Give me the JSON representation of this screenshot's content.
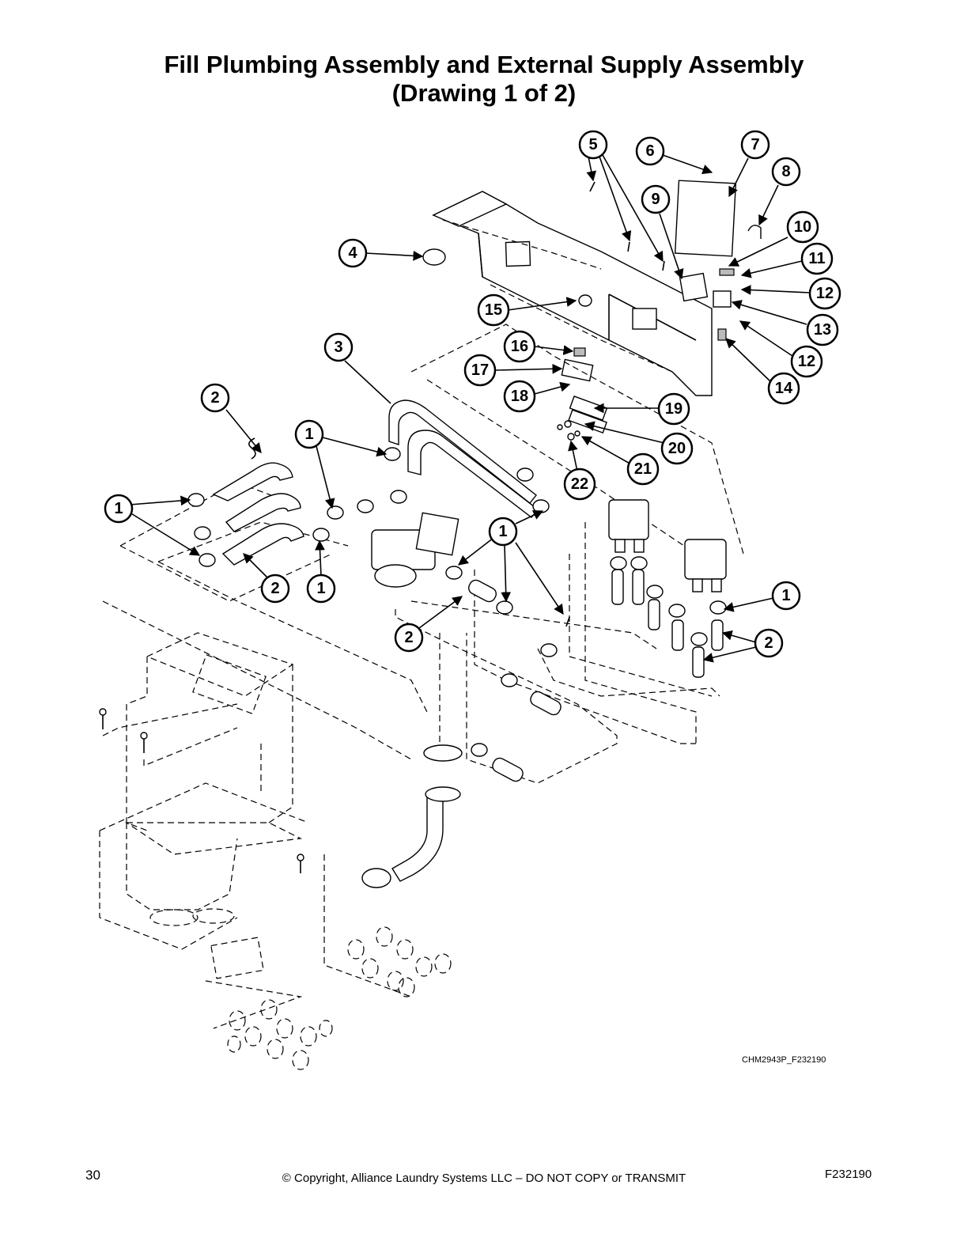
{
  "title": {
    "line1": "Fill Plumbing Assembly and External Supply Assembly",
    "line2": "(Drawing 1 of 2)"
  },
  "callouts": [
    {
      "id": "c5",
      "label": "5"
    },
    {
      "id": "c6",
      "label": "6"
    },
    {
      "id": "c7",
      "label": "7"
    },
    {
      "id": "c8",
      "label": "8"
    },
    {
      "id": "c9",
      "label": "9"
    },
    {
      "id": "c10",
      "label": "10"
    },
    {
      "id": "c11",
      "label": "11"
    },
    {
      "id": "c12a",
      "label": "12"
    },
    {
      "id": "c13",
      "label": "13"
    },
    {
      "id": "c12b",
      "label": "12"
    },
    {
      "id": "c14",
      "label": "14"
    },
    {
      "id": "c4",
      "label": "4"
    },
    {
      "id": "c15",
      "label": "15"
    },
    {
      "id": "c3",
      "label": "3"
    },
    {
      "id": "c16",
      "label": "16"
    },
    {
      "id": "c17",
      "label": "17"
    },
    {
      "id": "c18",
      "label": "18"
    },
    {
      "id": "c19",
      "label": "19"
    },
    {
      "id": "c20",
      "label": "20"
    },
    {
      "id": "c21",
      "label": "21"
    },
    {
      "id": "c22",
      "label": "22"
    },
    {
      "id": "c2a",
      "label": "2"
    },
    {
      "id": "c1a",
      "label": "1"
    },
    {
      "id": "c1b",
      "label": "1"
    },
    {
      "id": "c2b",
      "label": "2"
    },
    {
      "id": "c1c",
      "label": "1"
    },
    {
      "id": "c1d",
      "label": "1"
    },
    {
      "id": "c2c",
      "label": "2"
    },
    {
      "id": "c1e",
      "label": "1"
    },
    {
      "id": "c2d",
      "label": "2"
    }
  ],
  "figure_code": "CHM2943P_F232190",
  "footer": {
    "page_number": "30",
    "copyright": "© Copyright, Alliance Laundry Systems LLC – DO NOT COPY or TRANSMIT",
    "doc_code": "F232190"
  }
}
